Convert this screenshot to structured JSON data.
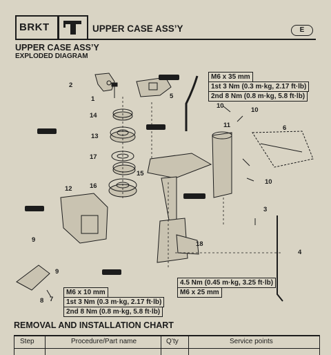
{
  "header": {
    "code": "BRKT",
    "title": "UPPER CASE ASS’Y",
    "lang": "E",
    "icon": "bracket-tool-icon"
  },
  "section": {
    "title": "UPPER CASE ASS’Y",
    "subtitle": "EXPLODED DIAGRAM"
  },
  "part_numbers": [
    "1",
    "2",
    "3",
    "4",
    "5",
    "6",
    "7",
    "8",
    "9",
    "9",
    "10",
    "10",
    "10",
    "11",
    "12",
    "13",
    "14",
    "15",
    "16",
    "17",
    "18"
  ],
  "specs": {
    "top": [
      "M6 x 35 mm",
      "1st 3 Nm (0.3 m·kg, 2.17 ft·lb)",
      "2nd 8 Nm (0.8 m·kg, 5.8 ft·lb)"
    ],
    "bottom_left": [
      "M6 x 10 mm",
      "1st 3 Nm (0.3 m·kg, 2.17 ft·lb)",
      "2nd 8 Nm (0.8 m·kg, 5.8 ft·lb)"
    ],
    "bottom_right": [
      "4.5 Nm (0.45 m·kg, 3.25 ft·lb)",
      "M6 x 25 mm"
    ]
  },
  "chart": {
    "title": "REMOVAL AND INSTALLATION CHART",
    "columns": [
      "Step",
      "Procedure/Part name",
      "Q’ty",
      "Service points"
    ]
  },
  "colors": {
    "paper": "#d9d4c4",
    "ink": "#1c1c1c"
  }
}
